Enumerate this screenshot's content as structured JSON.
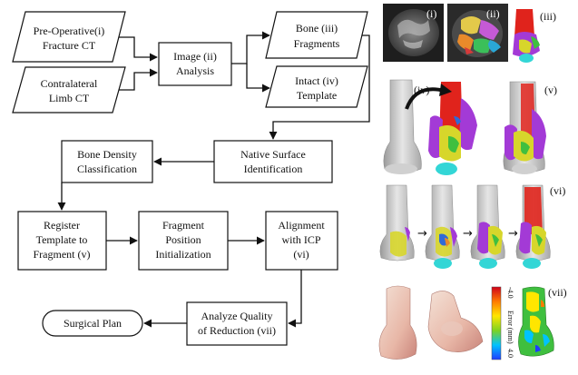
{
  "flowchart": {
    "nodes": {
      "preop": [
        "Pre-Operative(i)",
        "Fracture CT"
      ],
      "contra": [
        "Contralateral",
        "Limb CT"
      ],
      "analysis": [
        "Image (ii)",
        "Analysis"
      ],
      "bone": [
        "Bone (iii)",
        "Fragments"
      ],
      "intact": [
        "Intact (iv)",
        "Template"
      ],
      "native": [
        "Native Surface",
        "Identification"
      ],
      "density": [
        "Bone Density",
        "Classification"
      ],
      "register": [
        "Register",
        "Template to",
        "Fragment (v)"
      ],
      "fragpos": [
        "Fragment",
        "Position",
        "Initialization"
      ],
      "align": [
        "Alignment",
        "with ICP",
        "(vi)"
      ],
      "quality": [
        "Analyze Quality",
        "of Reduction (vii)"
      ],
      "surgical": [
        "Surgical Plan"
      ]
    }
  },
  "panels": {
    "i": "(i)",
    "ii": "(ii)",
    "iii": "(iii)",
    "iv": "(iv)",
    "v": "(v)",
    "vi": "(vi)",
    "vii": "(vii)"
  },
  "colorbar": {
    "top": "-4.0",
    "bottom": "4.0",
    "label": "Error (mm)",
    "colors": [
      "#d0021b",
      "#ff7a00",
      "#ffe600",
      "#7ed321",
      "#00c3ff",
      "#1e3cff"
    ]
  },
  "colors": {
    "bone": "#c9c9c9",
    "red_fragment": "#e0231c",
    "purple_fragment": "#a33ad6",
    "yellow_fragment": "#d7d62b",
    "cyan_fragment": "#33d6d6",
    "green_fragment": "#3fbf3f"
  }
}
